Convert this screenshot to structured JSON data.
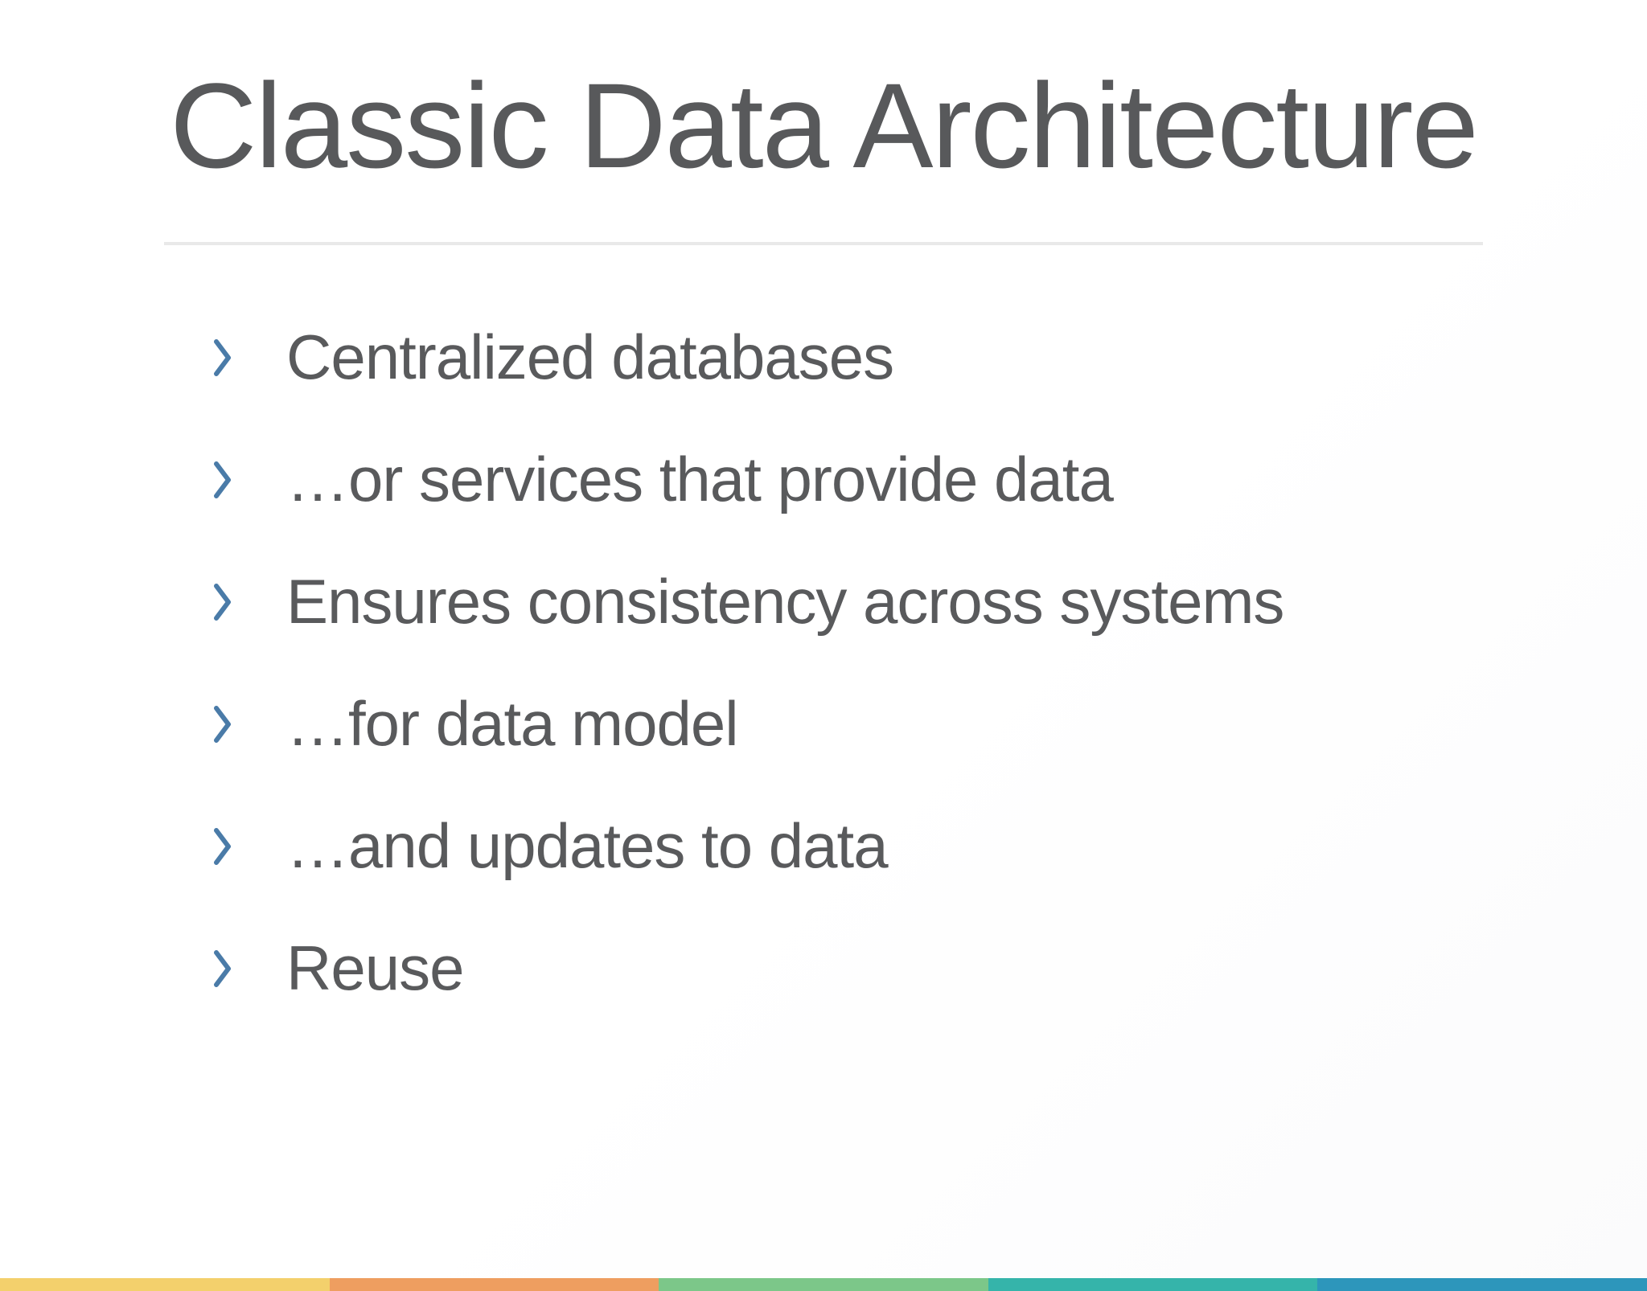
{
  "slide": {
    "title": "Classic Data Architecture",
    "bullets": [
      "Centralized databases",
      "…or services that provide data",
      "Ensures consistency across systems",
      "…for data model",
      "…and updates to data",
      "Reuse"
    ],
    "colors": {
      "title_text": "#58595b",
      "bullet_text": "#595a5c",
      "chevron": "#4a7ba8",
      "divider": "#e9e9e9",
      "footer_stripe": [
        "#f3d06c",
        "#ee9e60",
        "#7cc789",
        "#35b4aa",
        "#2d96bb"
      ]
    }
  }
}
